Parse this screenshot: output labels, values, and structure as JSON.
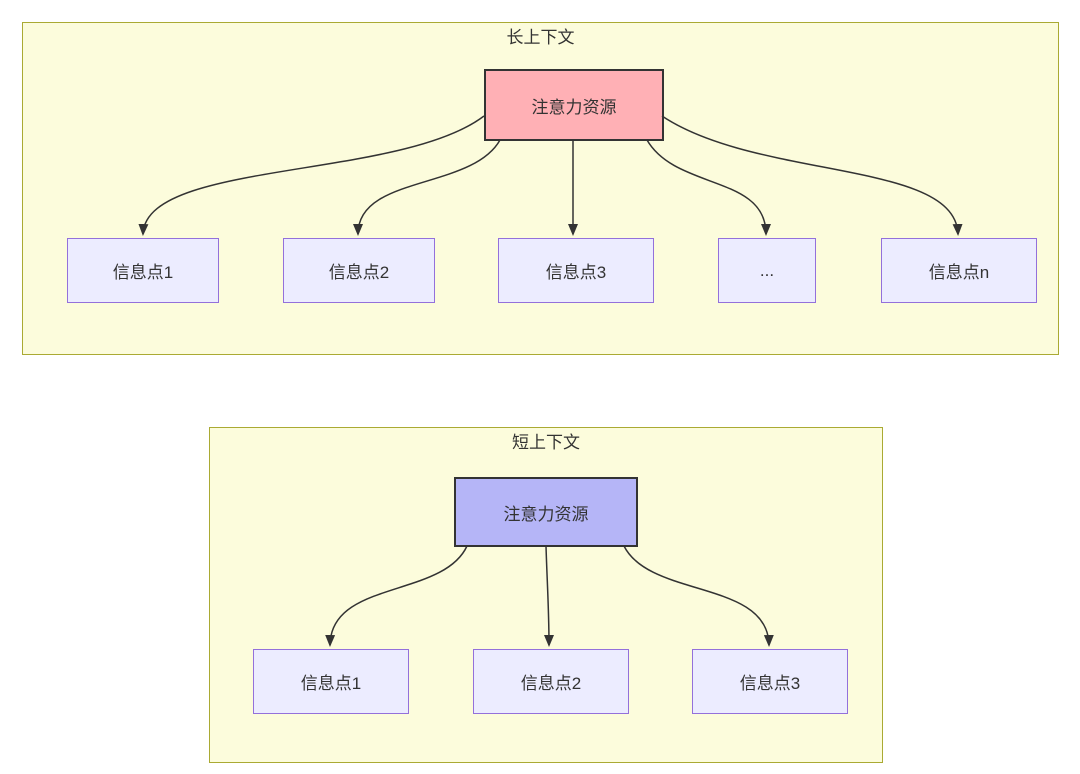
{
  "colors": {
    "page_background": "#ffffff",
    "container_fill": "#fcfcdc",
    "container_border": "#aaaa33",
    "info_node_fill": "#ececff",
    "info_node_border": "#9370db",
    "attention_long_fill": "#ffb0b5",
    "attention_short_fill": "#b5b5f7",
    "attention_border": "#333333",
    "edge_color": "#333333",
    "text_color": "#333333"
  },
  "long_context": {
    "title": "长上下文",
    "attention": {
      "label": "注意力资源"
    },
    "items": [
      {
        "label": "信息点1"
      },
      {
        "label": "信息点2"
      },
      {
        "label": "信息点3"
      },
      {
        "label": "..."
      },
      {
        "label": "信息点n"
      }
    ]
  },
  "short_context": {
    "title": "短上下文",
    "attention": {
      "label": "注意力资源"
    },
    "items": [
      {
        "label": "信息点1"
      },
      {
        "label": "信息点2"
      },
      {
        "label": "信息点3"
      }
    ]
  }
}
